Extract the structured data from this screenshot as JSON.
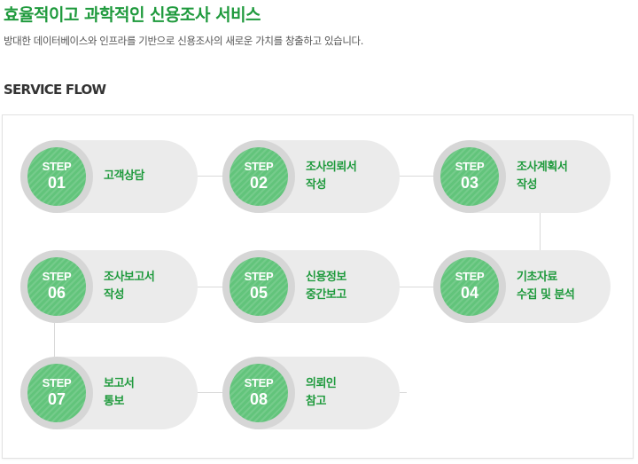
{
  "header": {
    "title": "효율적이고 과학적인 신용조사 서비스",
    "subtitle": "방대한 데이터베이스와 인프라를 기반으로 신용조사의 새로운 가치를 창출하고 있습니다."
  },
  "section": {
    "title": "SERVICE FLOW"
  },
  "steps": [
    {
      "word": "STEP",
      "num": "01",
      "line1": "고객상담",
      "line2": ""
    },
    {
      "word": "STEP",
      "num": "02",
      "line1": "조사의뢰서",
      "line2": "작성"
    },
    {
      "word": "STEP",
      "num": "03",
      "line1": "조사계획서",
      "line2": "작성"
    },
    {
      "word": "STEP",
      "num": "04",
      "line1": "기초자료",
      "line2": "수집 및 분석"
    },
    {
      "word": "STEP",
      "num": "05",
      "line1": "신용정보",
      "line2": "중간보고"
    },
    {
      "word": "STEP",
      "num": "06",
      "line1": "조사보고서",
      "line2": "작성"
    },
    {
      "word": "STEP",
      "num": "07",
      "line1": "보고서",
      "line2": "통보"
    },
    {
      "word": "STEP",
      "num": "08",
      "line1": "의뢰인",
      "line2": "참고"
    }
  ],
  "colors": {
    "title": "#1f9a3d",
    "step_circle": "#62c47b",
    "pill": "#ebebeb",
    "ring": "#d6d6d6"
  }
}
